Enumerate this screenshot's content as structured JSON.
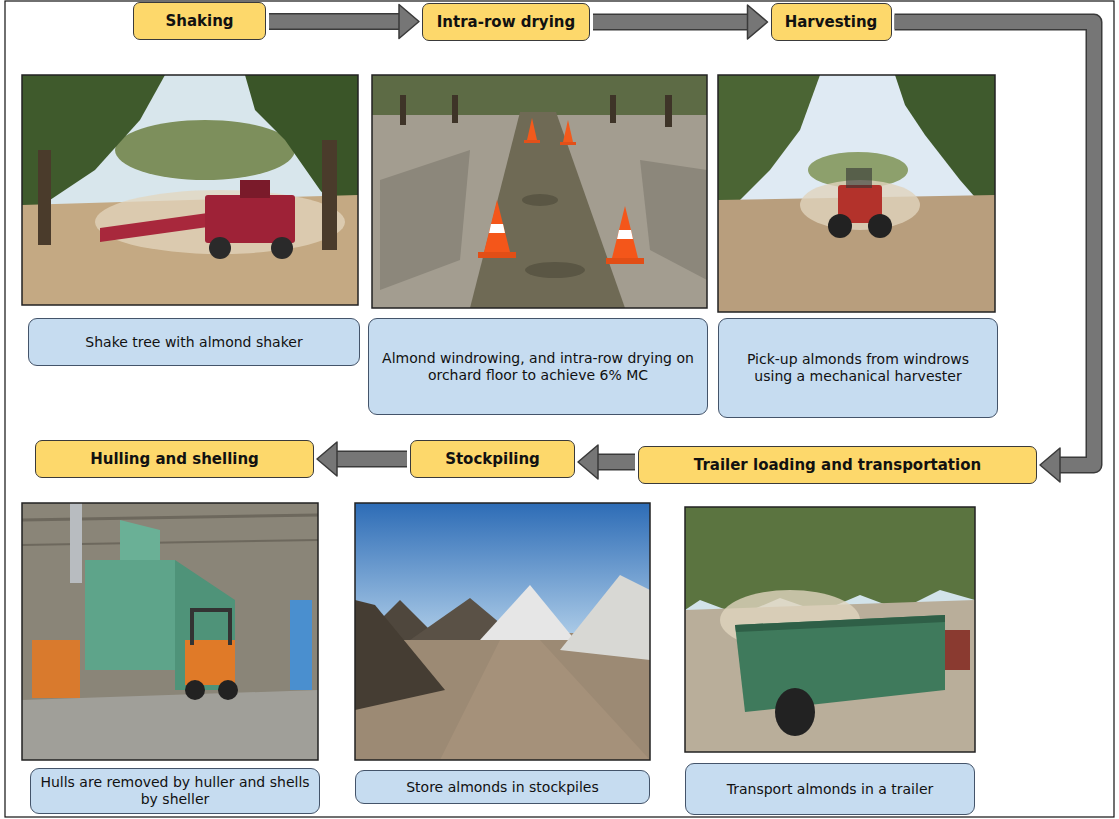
{
  "diagram": {
    "nodes": [
      {
        "text": [
          "Shaking"
        ]
      },
      {
        "text": [
          "Intra-row drying"
        ]
      },
      {
        "text": [
          "Harvesting"
        ]
      },
      {
        "text": [
          "Shake tree with almond shaker"
        ]
      },
      {
        "text": [
          "Almond windrowing, and intra-row drying on orchard floor to achieve 6% MC"
        ]
      },
      {
        "text": [
          "Pick-up almonds from windrows using a mechanical harvester"
        ]
      },
      {
        "text": [
          "Hulling and shelling"
        ]
      },
      {
        "text": [
          "Stockpiling"
        ]
      },
      {
        "text": [
          "Trailer loading and transportation"
        ]
      },
      {
        "text": [
          "Hulls are removed by huller and shells by sheller"
        ]
      },
      {
        "text": [
          "Store almonds in stockpiles"
        ]
      },
      {
        "text": [
          "Transport almonds in a trailer"
        ]
      }
    ],
    "edges": [
      {
        "from": 0,
        "to": 1,
        "arrow": "to"
      },
      {
        "from": 1,
        "to": 2,
        "arrow": "to"
      },
      {
        "from": 2,
        "to": 8,
        "arrow": "to"
      },
      {
        "from": 8,
        "to": 7,
        "arrow": "to"
      },
      {
        "from": 7,
        "to": 6,
        "arrow": "to"
      }
    ]
  }
}
